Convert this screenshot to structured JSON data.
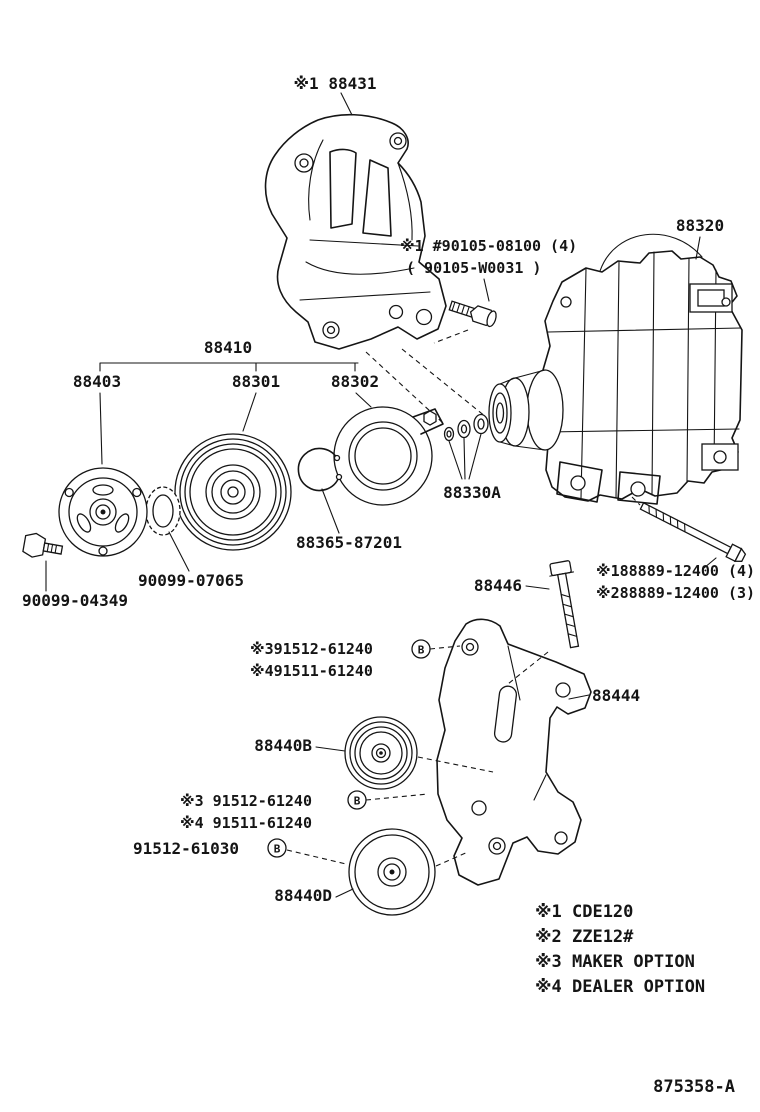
{
  "diagram": {
    "labels": {
      "bracket_upper": "※1 88431",
      "bolt_90105_line1": "※1 #90105-08100 (4)",
      "bolt_90105_line2": "( 90105-W0031 )",
      "compressor": "88320",
      "clutch_assembly": "88410",
      "clutch_hub": "88403",
      "pulley_rotor": "88301",
      "stator_coil": "88302",
      "washer_set": "88330A",
      "snap_ring_pulley": "88365-87201",
      "lock_washer": "90099-07065",
      "hub_bolt": "90099-04349",
      "bracket_bolt": "88446",
      "compressor_bolt_line1": "※188889-12400 (4)",
      "compressor_bolt_line2": "※288889-12400 (3)",
      "adjust_bolt_a_line1": "※391512-61240",
      "adjust_bolt_a_line2": "※491511-61240",
      "bracket_lower": "88444",
      "idler_pulley_b": "88440B",
      "adjust_bolt_b_line1": "※3 91512-61240",
      "adjust_bolt_b_line2": "※4 91511-61240",
      "idler_bolt": "91512-61030",
      "idler_pulley_d": "88440D",
      "b_marker": "B"
    },
    "legend": [
      "※1 CDE120",
      "※2 ZZE12#",
      "※3 MAKER OPTION",
      "※4 DEALER OPTION"
    ],
    "figure_code": "875358-A",
    "colors": {
      "line": "#151515",
      "background": "#ffffff"
    }
  }
}
